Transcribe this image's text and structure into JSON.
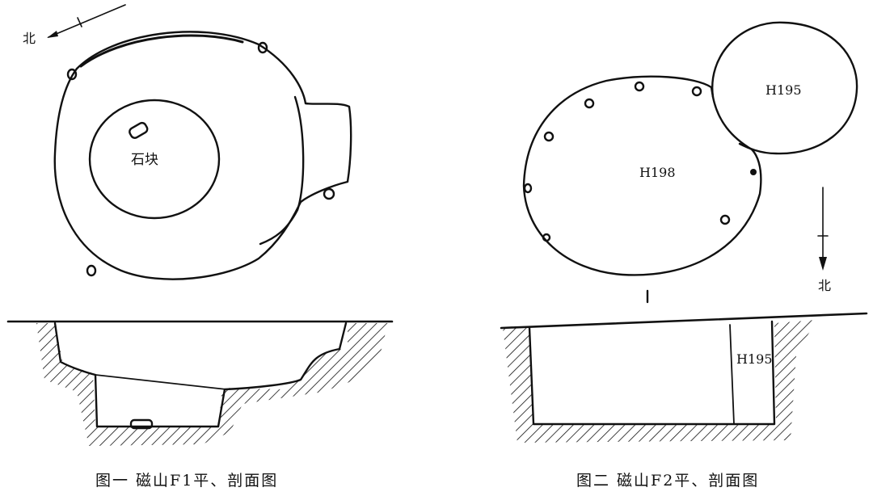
{
  "figure1": {
    "north_label": "北",
    "stone_label": "石块",
    "caption": "图一  磁山F1平、剖面图"
  },
  "figure2": {
    "north_label": "北",
    "pit_small_label": "H195",
    "pit_large_label": "H198",
    "section_label": "H195",
    "caption": "图二  磁山F2平、剖面图"
  }
}
